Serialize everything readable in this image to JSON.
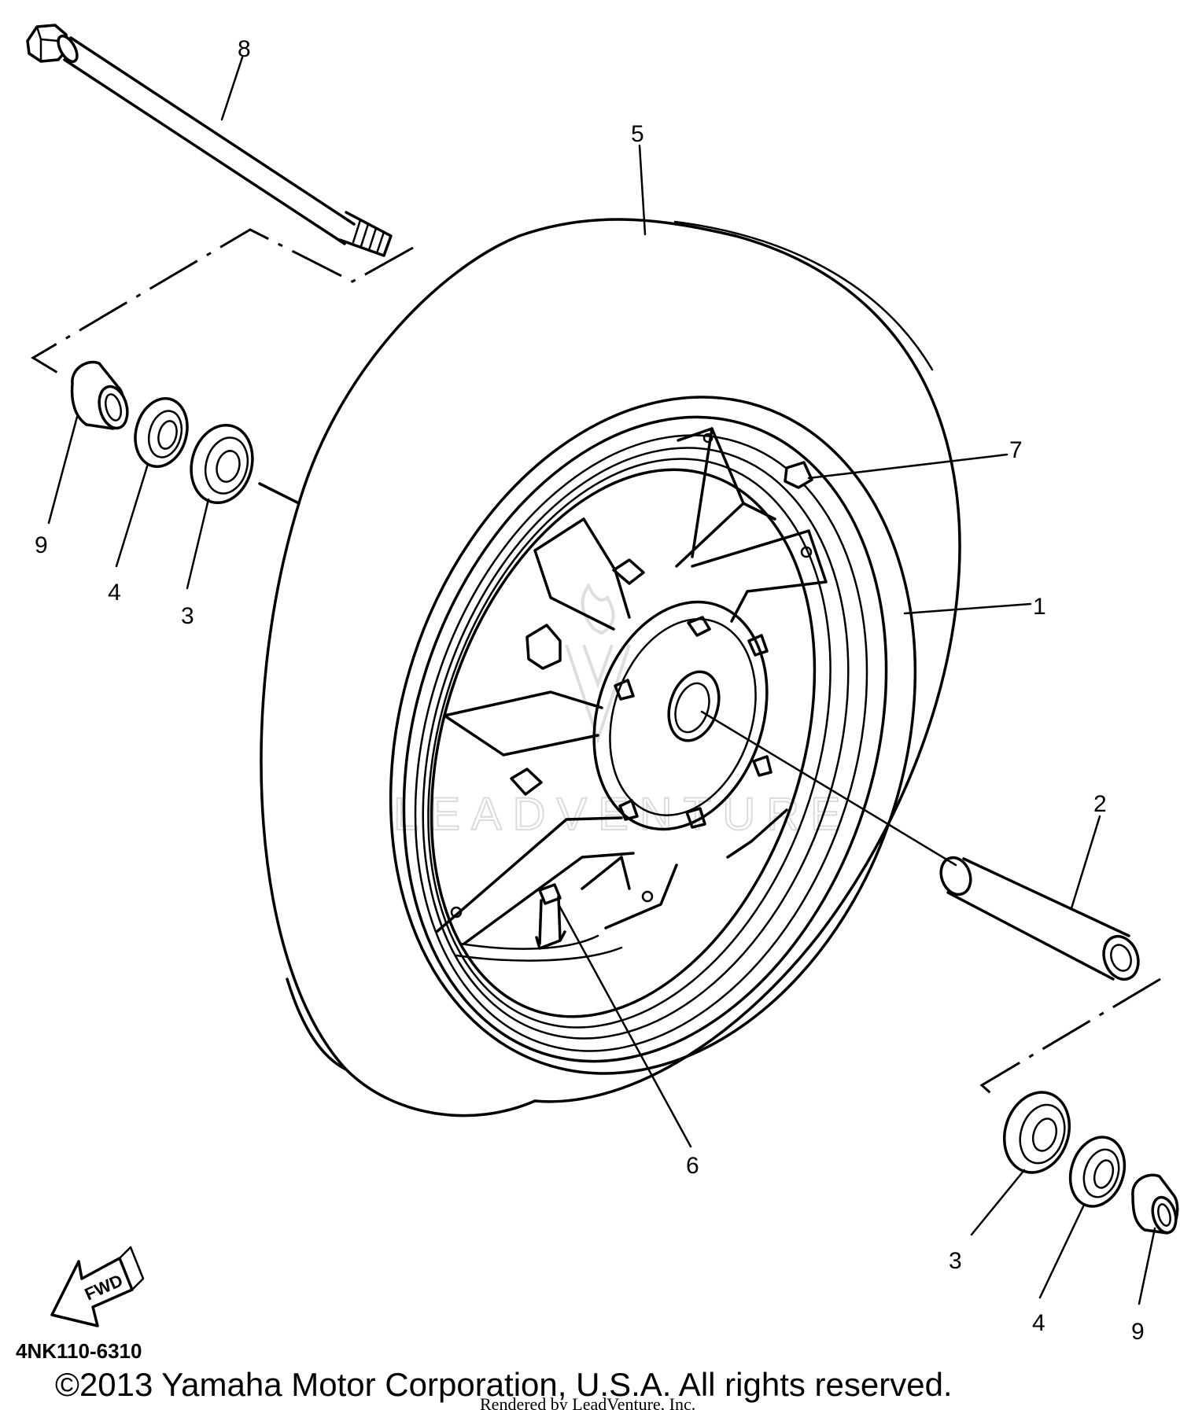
{
  "diagram": {
    "callouts": {
      "c1": "1",
      "c2": "2",
      "c3_left": "3",
      "c3_right": "3",
      "c4_left": "4",
      "c4_right": "4",
      "c5": "5",
      "c6": "6",
      "c7": "7",
      "c8": "8",
      "c9_left": "9",
      "c9_right": "9"
    },
    "fwd_label": "FWD",
    "part_code": "4NK110-6310",
    "copyright": "©2013 Yamaha Motor Corporation, U.S.A. All rights reserved.",
    "rendered_by": "Rendered by LeadVenture, Inc.",
    "watermark": "LEADVENTURE"
  }
}
